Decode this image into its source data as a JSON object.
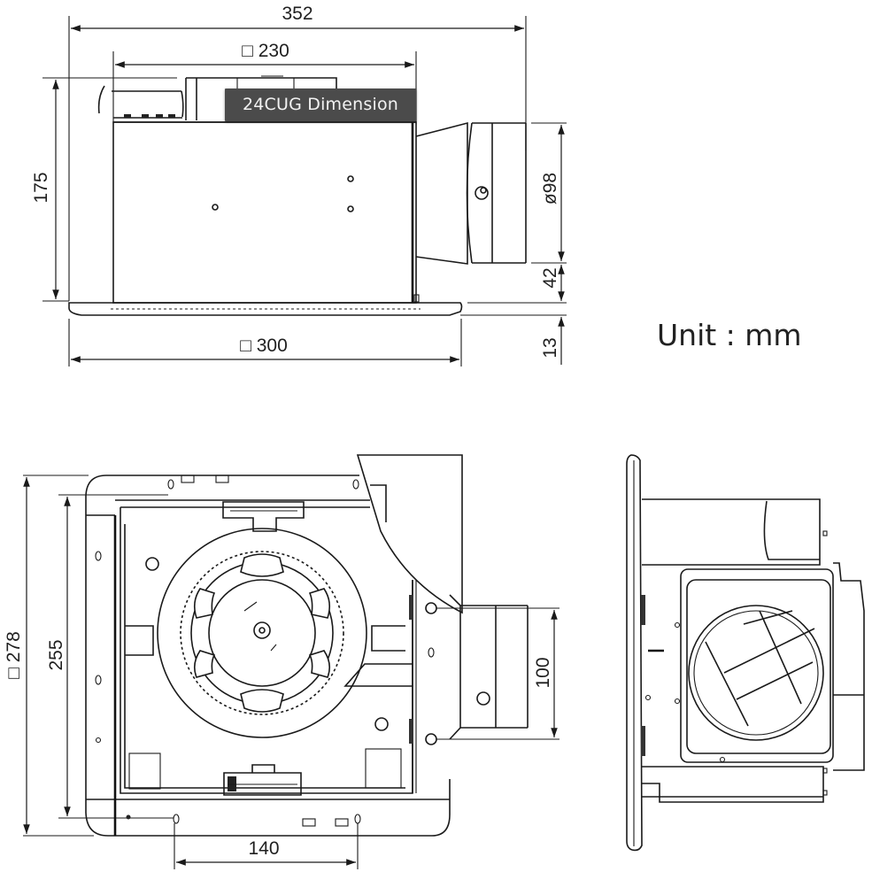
{
  "title_tooltip": "24CUG Dimension",
  "unit_label": "Unit : mm",
  "colors": {
    "line": "#1a1a1a",
    "tooltip_bg": "#4b4b4b",
    "tooltip_text": "#f2f2f2",
    "background": "#ffffff"
  },
  "side_view": {
    "overall_width": "352",
    "housing_width": "□ 230",
    "grille_width": "□ 300",
    "height": "175",
    "duct_diameter": "ø98",
    "duct_offset": "42",
    "grille_thickness": "13"
  },
  "bottom_view": {
    "grille_size": "□ 278",
    "mount_span": "255",
    "hole_spacing": "140",
    "duct_height": "100"
  },
  "end_view": {
    "label": ""
  }
}
